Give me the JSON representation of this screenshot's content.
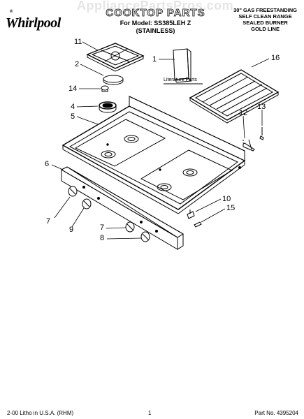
{
  "header": {
    "brand": "Whirlpool",
    "brand_mark": "®",
    "watermark": "AppliancePartsPros.com",
    "title": "COOKTOP PARTS",
    "model_line": "For Model: SS385LEH Z",
    "finish_line": "(STAINLESS)",
    "spec_lines": [
      "30\" GAS FREESTANDING",
      "SELF CLEAN RANGE",
      "SEALED BURNER",
      "GOLD LINE"
    ]
  },
  "labels": {
    "literature": "Literature Parts"
  },
  "callouts": {
    "c11": "11",
    "c2": "2",
    "c1": "1",
    "c16": "16",
    "c14": "14",
    "c4": "4",
    "c5": "5",
    "c12": "12",
    "c13": "13",
    "c6": "6",
    "c10": "10",
    "c15": "15",
    "c7a": "7",
    "c9": "9",
    "c7b": "7",
    "c8": "8"
  },
  "footer": {
    "left": "2-00 Litho in U.S.A. (RHM)",
    "center": "1",
    "right": "Part No. 4395204"
  }
}
